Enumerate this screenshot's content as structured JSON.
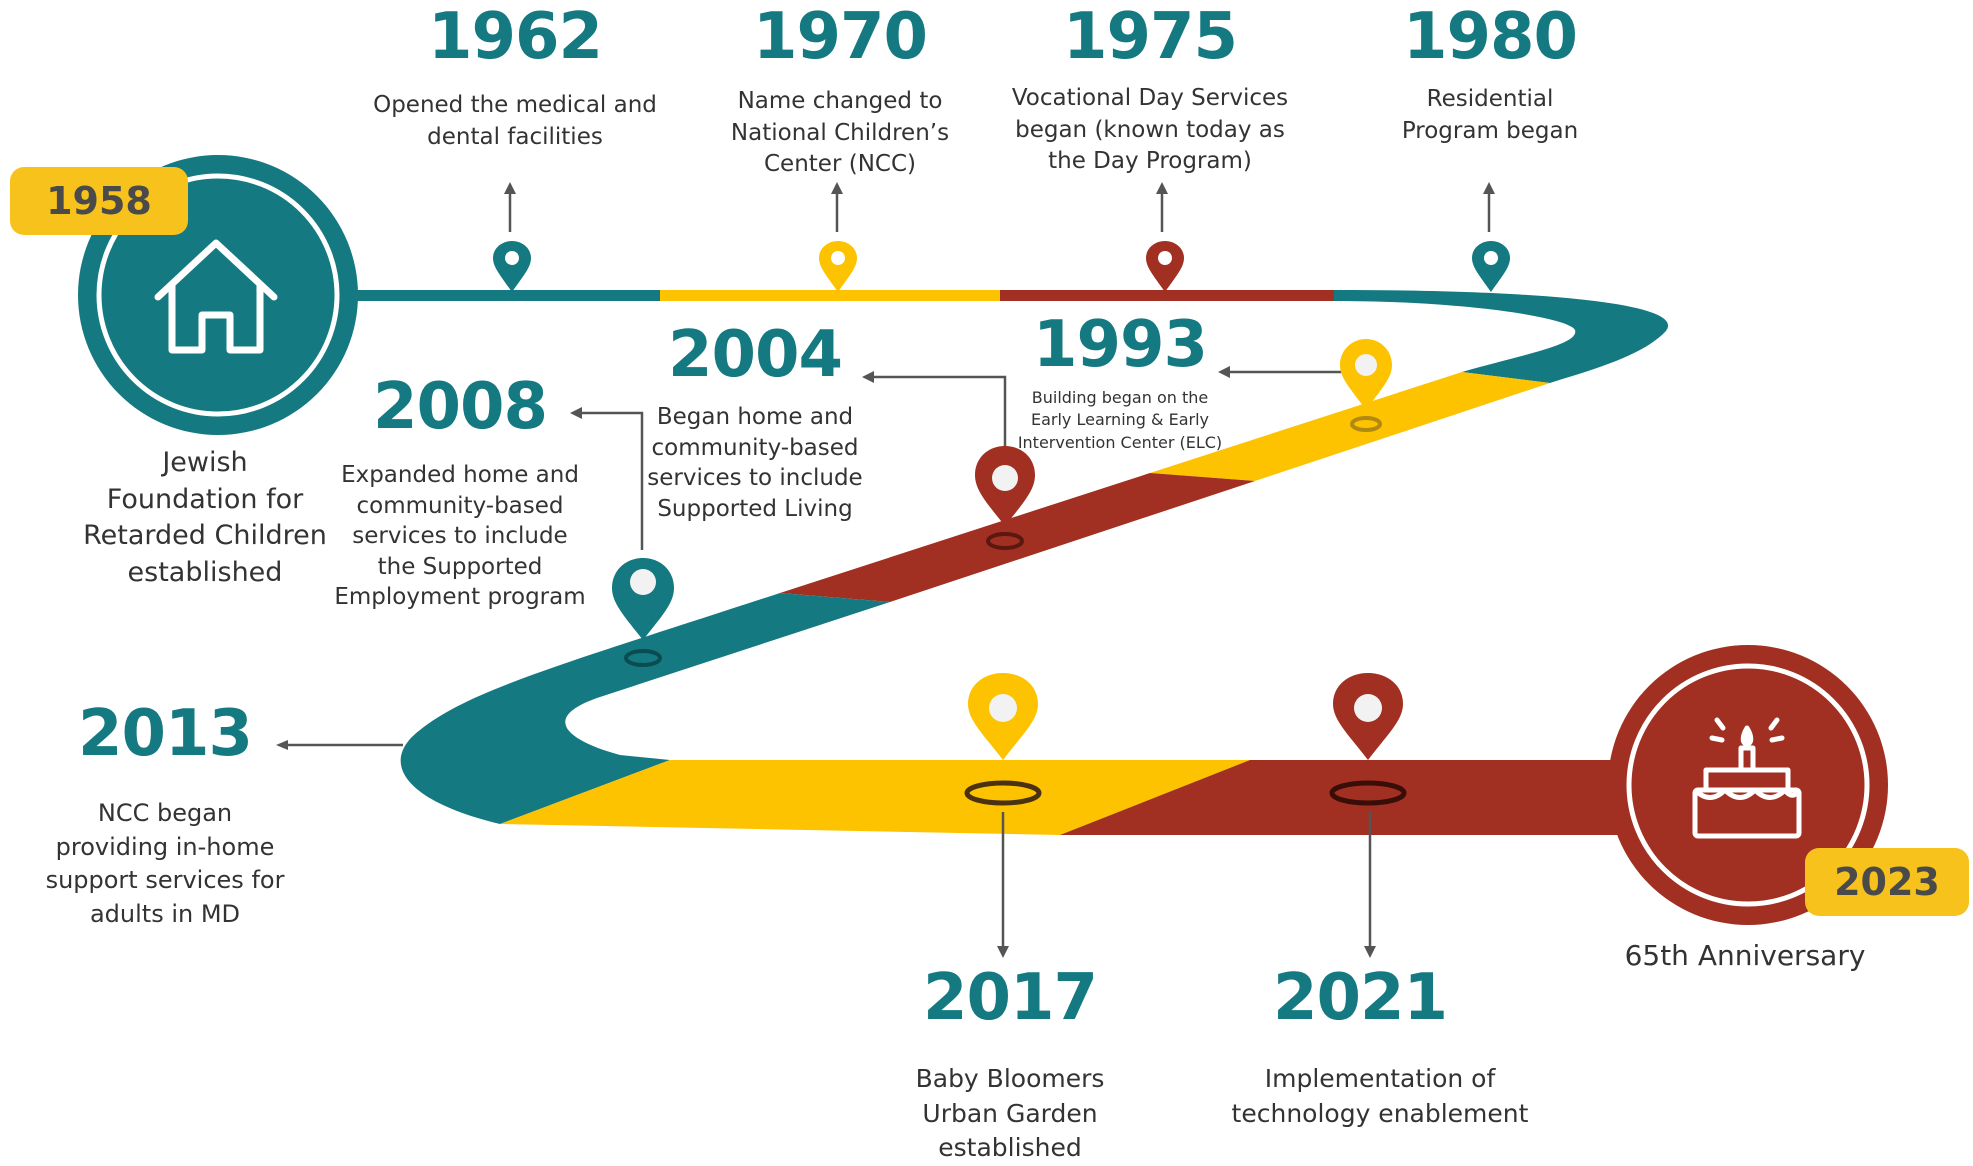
{
  "colors": {
    "teal": "#147980",
    "yellow": "#fdc300",
    "red": "#a13022",
    "badge": "#f7c21b",
    "text": "#333333"
  },
  "start": {
    "year": "1958",
    "icon": "house-icon",
    "description": "Jewish\nFoundation for\nRetarded Children\nestablished"
  },
  "end": {
    "year": "2023",
    "icon": "birthday-cake-icon",
    "description": "65th Anniversary"
  },
  "milestones": [
    {
      "year": "1962",
      "description": "Opened the medical and\ndental facilities"
    },
    {
      "year": "1970",
      "description": "Name changed to\nNational Children’s\nCenter (NCC)"
    },
    {
      "year": "1975",
      "description": "Vocational Day Services\nbegan (known today as\nthe Day Program)"
    },
    {
      "year": "1980",
      "description": "Residential\nProgram began"
    },
    {
      "year": "1993",
      "description": "Building began on the\nEarly Learning & Early\nIntervention Center (ELC)"
    },
    {
      "year": "2004",
      "description": "Began home and\ncommunity-based\nservices to include\nSupported Living"
    },
    {
      "year": "2008",
      "description": "Expanded home and\ncommunity-based\nservices to include\nthe Supported\nEmployment program"
    },
    {
      "year": "2013",
      "description": "NCC began\nproviding in-home\nsupport services for\nadults in MD"
    },
    {
      "year": "2017",
      "description": "Baby Bloomers\nUrban Garden\nestablished"
    },
    {
      "year": "2021",
      "description": "Implementation of\ntechnology enablement"
    }
  ]
}
